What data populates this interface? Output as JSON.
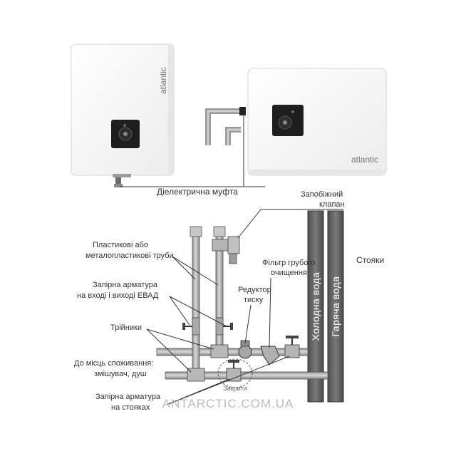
{
  "heaters": {
    "left_brand": "atlantic",
    "right_brand": "atlantic"
  },
  "labels": {
    "dielectric_coupling": "Діелектрична муфта",
    "safety_valve_line1": "Запобіжний",
    "safety_valve_line2": "клапан",
    "plastic_pipes_line1": "Пластикові або",
    "plastic_pipes_line2": "металопластикові труби",
    "shutoff_line1": "Запірна арматура",
    "shutoff_line2": "на вході і виході ЕВАД",
    "coarse_filter_line1": "Фільтр грубого",
    "coarse_filter_line2": "очищення",
    "reducer_line1": "Редуктор",
    "reducer_line2": "тиску",
    "tees": "Трійники",
    "consumption_line1": "До місць споживання:",
    "consumption_line2": "змішувач, душ",
    "closed": "Закрити",
    "riser_shutoff_line1": "Запірна арматура",
    "riser_shutoff_line2": "на стояках",
    "risers": "Стояки",
    "cold_water": "Холодна вода",
    "hot_water": "Гаряча вода"
  },
  "watermark": "ANTARCTIC.COM.UA",
  "colors": {
    "pipe_fill": "#bcbcbc",
    "pipe_stroke": "#555555",
    "riser_fill": "#6c6c6c",
    "heater_body": "#ffffff",
    "control_panel": "#1e1e1e",
    "text": "#333333"
  }
}
